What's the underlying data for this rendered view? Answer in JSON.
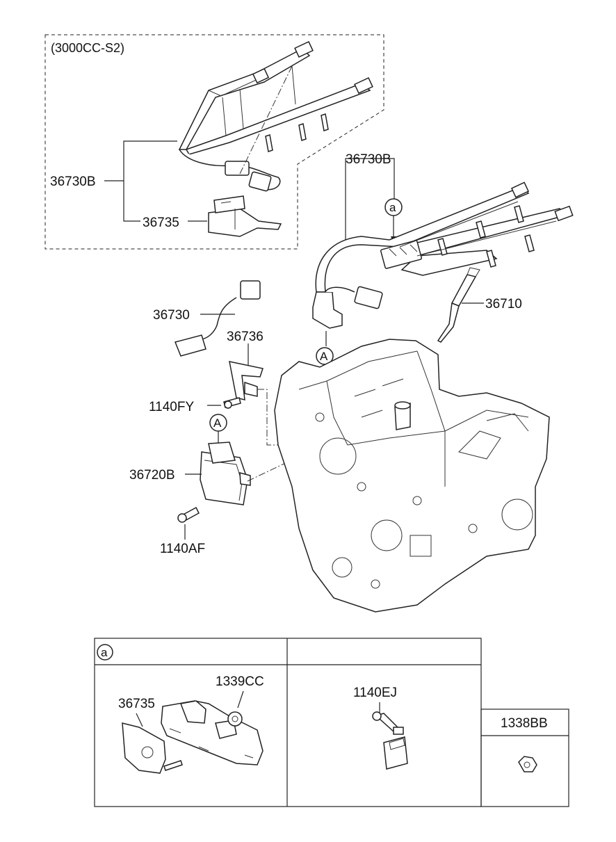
{
  "variant_note": "(3000CC-S2)",
  "labels": {
    "harness_variant": "36730B",
    "bracket_variant": "36735",
    "harness_main": "36730B",
    "sensor_harness": "36730",
    "bracket": "36736",
    "bolt_fy": "1140FY",
    "module": "36720B",
    "bolt_af": "1140AF",
    "glow_plug": "36710"
  },
  "callouts": {
    "lower_a": "a",
    "upper_A": "A"
  },
  "table": {
    "cell_a_header": "a",
    "cell_a_part1": "36735",
    "cell_a_part2": "1339CC",
    "cell_b_header": "",
    "cell_b_part": "1140EJ",
    "cell_c_header": "1338BB"
  }
}
